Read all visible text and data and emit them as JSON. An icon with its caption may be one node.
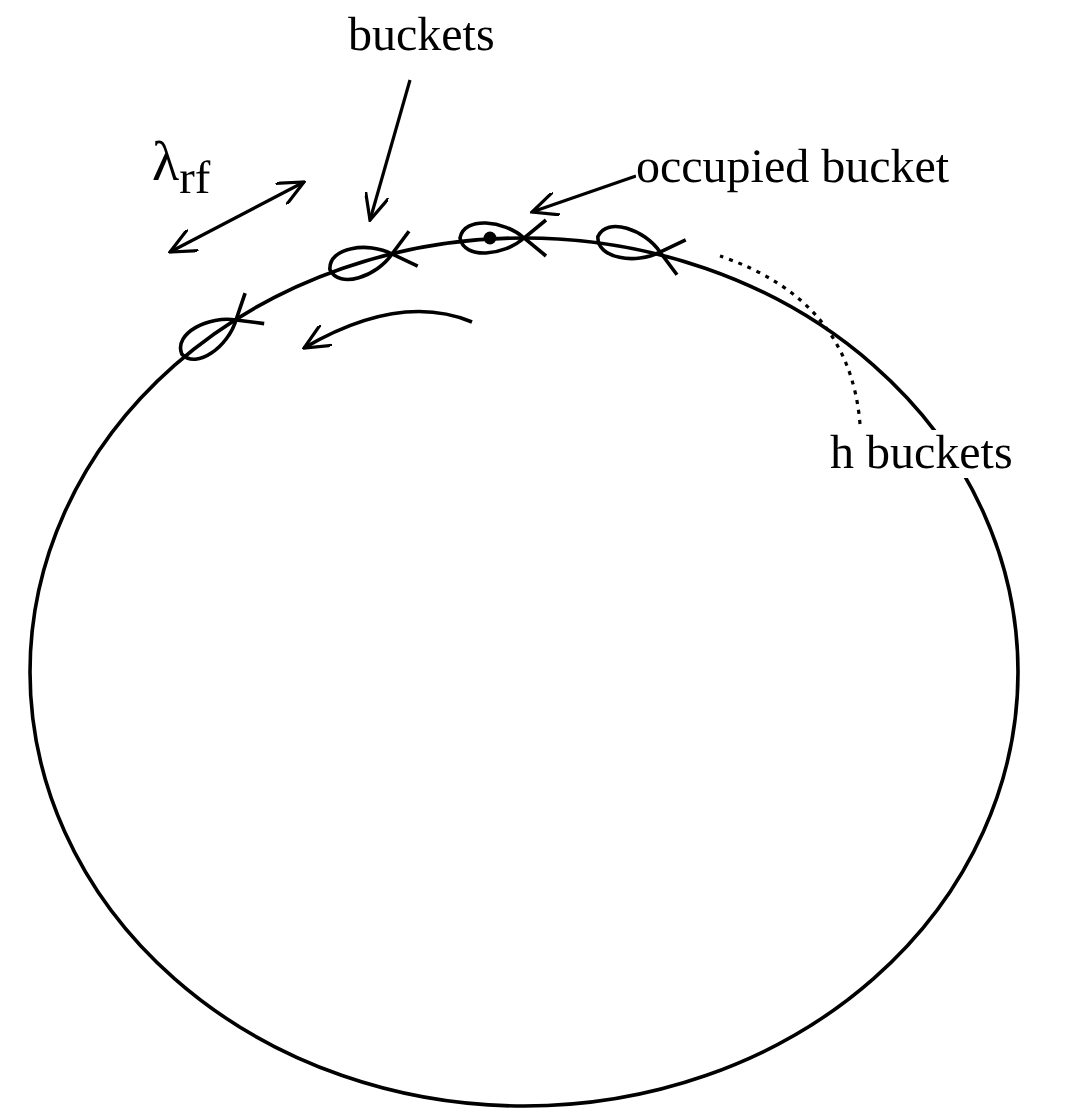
{
  "diagram": {
    "nodes": [
      {
        "text": [
          "buckets"
        ]
      },
      {
        "text": [
          "occupied bucket"
        ]
      },
      {
        "text": [
          "h buckets"
        ]
      },
      {
        "text": [],
        "shape": "loop"
      },
      {
        "text": [],
        "shape": "loop"
      },
      {
        "text": [],
        "shape": "loop"
      },
      {
        "text": [],
        "shape": "loop"
      }
    ],
    "edges": [
      {
        "from": 0,
        "to": 4,
        "arrow": "to"
      },
      {
        "from": 1,
        "to": 5,
        "arrow": "to"
      },
      {
        "from": 2,
        "to": null,
        "arrow": "none",
        "style": "dashed"
      }
    ],
    "labels": [
      "λ$_{rf}$"
    ]
  }
}
